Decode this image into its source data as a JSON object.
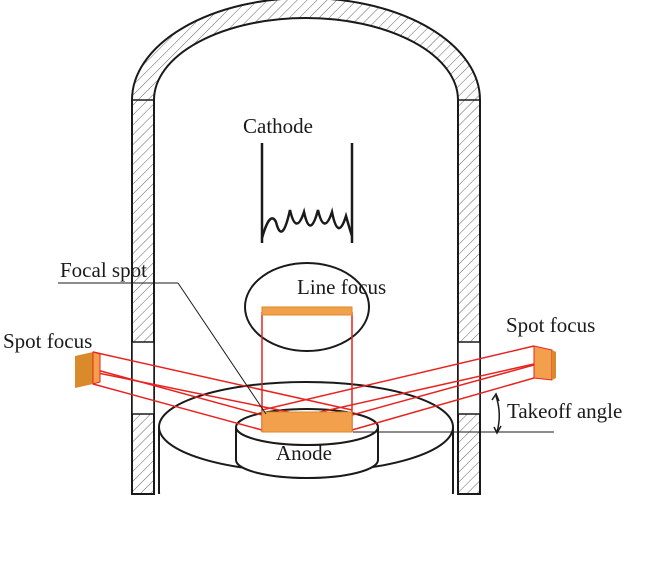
{
  "diagram": {
    "labels": {
      "cathode": "Cathode",
      "focal_spot": "Focal spot",
      "line_focus": "Line focus",
      "spot_focus_left": "Spot focus",
      "spot_focus_right": "Spot focus",
      "takeoff_angle": "Takeoff angle",
      "anode": "Anode"
    },
    "colors": {
      "beam": "#e8231f",
      "focus_fill": "#f2a04c",
      "focus_dark": "#d98a2a",
      "outline": "#1a1a1a",
      "hatch": "#555555"
    }
  }
}
